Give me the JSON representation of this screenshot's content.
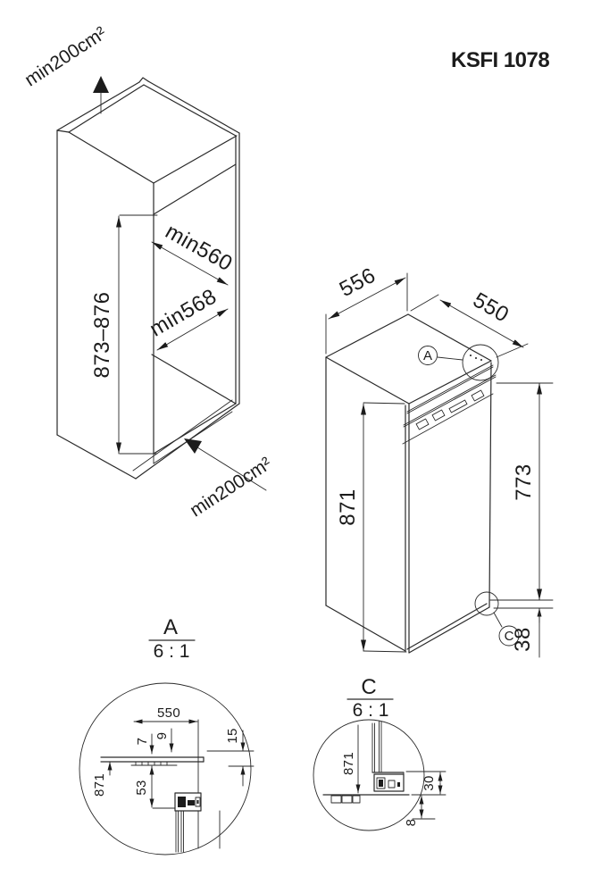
{
  "header": {
    "model": "KSFI 1078"
  },
  "cabinet_view": {
    "top_vent_label": "min200cm²",
    "bottom_vent_label": "min200cm²",
    "niche_height": "873–876",
    "niche_depth_top": "min560",
    "niche_depth_bottom": "min568"
  },
  "appliance_view": {
    "depth": "556",
    "width": "550",
    "height": "871",
    "hinge_height": "773",
    "bottom_clearance": "38",
    "detail_marker_top": "A",
    "detail_marker_bottom": "C"
  },
  "detail_a": {
    "title": "A",
    "scale": "6 : 1",
    "niche_width": "550",
    "panel_gap": "7",
    "overlap": "9",
    "top_clearance": "15",
    "appliance_height": "871",
    "hinge_offset": "53"
  },
  "detail_c": {
    "title": "C",
    "scale": "6 : 1",
    "appliance_height": "871",
    "hinge_height": "30",
    "bottom_gap": "8"
  }
}
